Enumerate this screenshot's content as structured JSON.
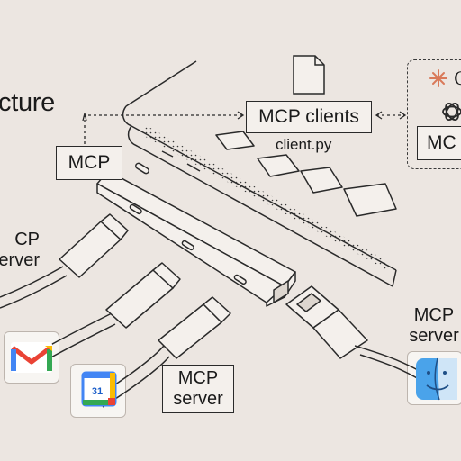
{
  "title": "cture",
  "labels": {
    "mcp": "MCP",
    "clients": "MCP clients",
    "file": "client.py",
    "file_icon": "</>",
    "host_partial": "MC",
    "host_c": "C",
    "server_left_1": "CP",
    "server_left_2": "erver",
    "server_right_1": "MCP",
    "server_right_2": "server",
    "server_mid_1": "MCP",
    "server_mid_2": "server",
    "calendar_day": "31"
  },
  "icons": [
    "file-code-icon",
    "claude-icon",
    "openai-icon",
    "gmail-icon",
    "google-calendar-icon",
    "finder-icon"
  ],
  "colors": {
    "background": "#ece6e1",
    "line": "#2a2a2a",
    "claude": "#d97a5a",
    "gmail_red": "#ea4335",
    "gmail_blue": "#4285f4",
    "gmail_green": "#34a853",
    "gmail_yellow": "#fbbc04",
    "finder_blue": "#4aa3ea"
  }
}
